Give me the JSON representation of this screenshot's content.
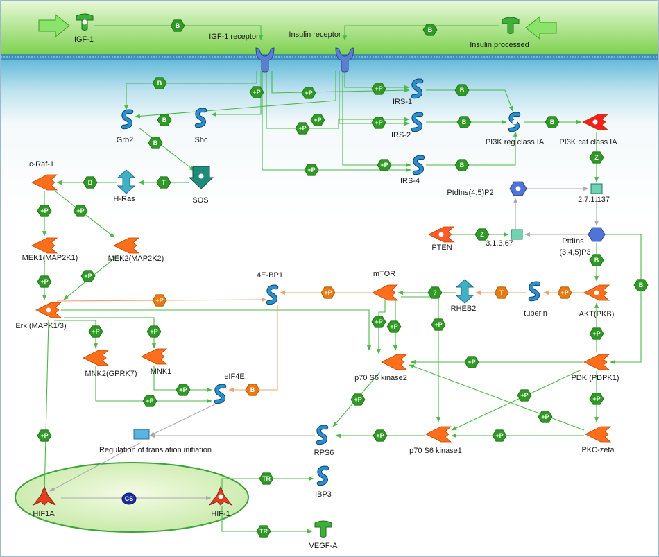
{
  "compartments": {
    "extracellular": "",
    "cytoplasm": ""
  },
  "nodes": {
    "igf1": "IGF-1",
    "igf1_receptor": "IGF-1 receptor",
    "insulin_receptor": "Insulin receptor",
    "insulin_processed": "Insulin processed",
    "irs1": "IRS-1",
    "irs2": "IRS-2",
    "irs4": "IRS-4",
    "grb2": "Grb2",
    "shc": "Shc",
    "pi3k_reg": "PI3K reg class IA",
    "pi3k_cat": "PI3K cat class IA",
    "craf1": "c-Raf-1",
    "hras": "H-Ras",
    "sos": "SOS",
    "ptdins45p2": "PtdIns(4,5)P2",
    "e27_1_137": "2.7.1.137",
    "pten": "PTEN",
    "e3_1_3_67": "3.1.3.67",
    "ptdins345p3_a": "PtdIns",
    "ptdins345p3_b": "(3,4,5)P3",
    "mek1": "MEK1(MAP2K1)",
    "mek2": "MEK2(MAP2K2)",
    "ebp1": "4E-BP1",
    "mtor": "mTOR",
    "rheb2": "RHEB2",
    "tuberin": "tuberin",
    "akt": "AKT(PKB)",
    "erk": "Erk (MAPK1/3)",
    "mnk2": "MNK2(GPRK7)",
    "mnk1": "MNK1",
    "eif4e": "eIF4E",
    "p70s6k2": "p70 S6 kinase2",
    "pdk": "PDK (PDPK1)",
    "reg_translation": "Regulation of translation initiation",
    "rps6": "RPS6",
    "p70s6k1": "p70 S6 kinase1",
    "pkczeta": "PKC-zeta",
    "hif1a": "HIF1A",
    "hif1": "HIF-1",
    "ibp3": "IBP3",
    "vegfa": "VEGF-A"
  },
  "badges": {
    "binding": "B",
    "phospho": "+P",
    "dephospho": "Z",
    "transform": "T",
    "unknown": "?",
    "transcription": "TR",
    "complex": "CS"
  },
  "colors": {
    "green_arrow": "#4cb847",
    "orange_arrow": "#f0a070",
    "gray_arrow": "#aaaaaa",
    "badge_green": "#2e9a24",
    "badge_orange": "#e87a10",
    "badge_navy": "#1a2fa0",
    "protein_blue": "#2a8fcf",
    "kinase_orange": "#ff6e1a",
    "receptor_blue": "#5a7fd0",
    "membrane_teal": "#6ec4dc",
    "hif_red": "#e04020"
  },
  "icons": {
    "ligand": "t-shaped-ligand-icon",
    "receptor": "y-shaped-receptor-icon",
    "protein": "s-curve-protein-icon",
    "kinase": "arrowhead-kinase-icon",
    "enzyme": "green-square-enzyme-icon",
    "compound": "blue-hexagon-compound-icon",
    "gtpase": "double-arrow-gtpase-icon",
    "gef": "down-arrow-gef-icon",
    "tf": "tripod-transcription-factor-icon",
    "process": "blue-rectangle-process-icon"
  }
}
